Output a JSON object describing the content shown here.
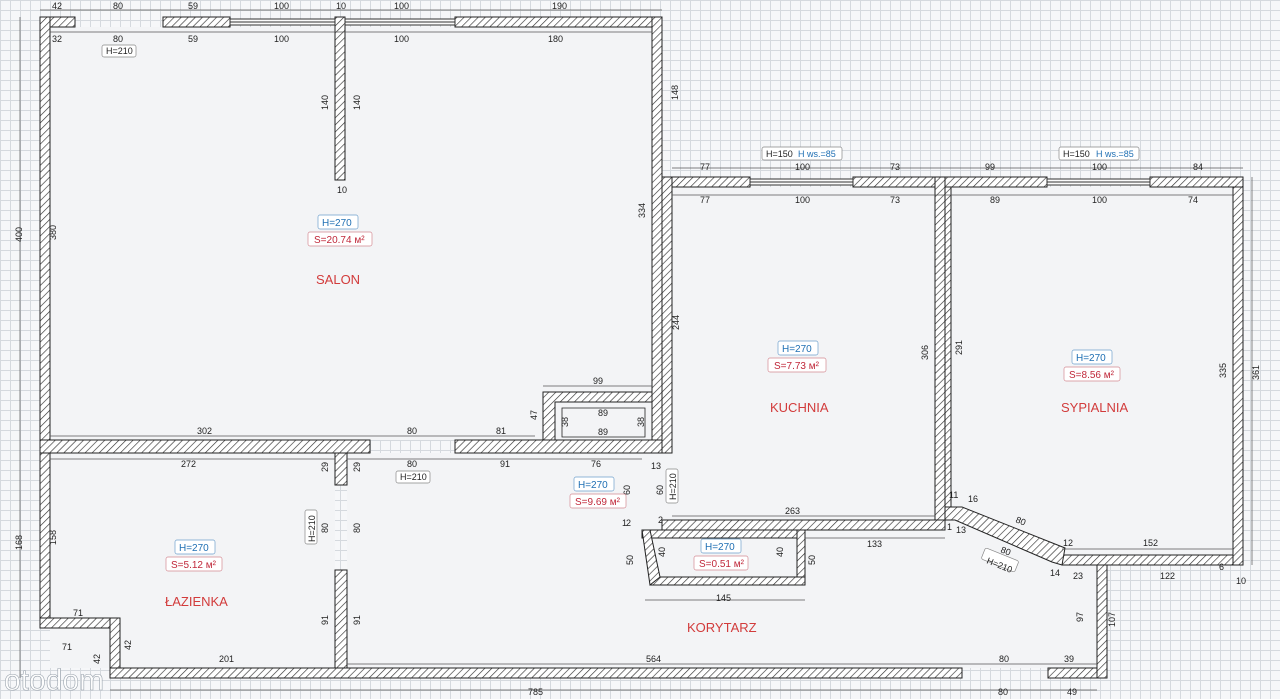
{
  "rooms": {
    "salon": {
      "name": "SALON",
      "h": "H=270",
      "s": "S=20.74 м²"
    },
    "kuchnia": {
      "name": "KUCHNIA",
      "h": "H=270",
      "s": "S=7.73 м²"
    },
    "sypialnia": {
      "name": "SYPIALNIA",
      "h": "H=270",
      "s": "S=8.56 м²"
    },
    "lazienka": {
      "name": "ŁAZIENKA",
      "h": "H=270",
      "s": "S=5.12 м²"
    },
    "korytarz": {
      "name": "KORYTARZ",
      "h": "H=270",
      "s": "S=9.69 м²"
    },
    "schowek": {
      "h": "H=270",
      "s": "S=0.51 м²"
    }
  },
  "door_heights": {
    "salon_top": "H=210",
    "hall_door": "H=210",
    "bath_door": "H=210",
    "kitchen_door": "H=210",
    "bedroom_door": "H=210"
  },
  "window_labels": {
    "kitchen": {
      "h": "H=150",
      "ws": "H ws.=85"
    },
    "bedroom": {
      "h": "H=150",
      "ws": "H ws.=85"
    }
  },
  "dimensions": {
    "top_outer": [
      "42",
      "80",
      "59",
      "100",
      "10",
      "100",
      "190"
    ],
    "top_inner": [
      "32",
      "80",
      "59",
      "100",
      "100",
      "180"
    ],
    "partition": [
      "140",
      "140",
      "10"
    ],
    "salon_right": [
      "148",
      "334"
    ],
    "left_outer": [
      "400",
      "168"
    ],
    "salon_left": "380",
    "kitchen_outer": [
      "77",
      "100",
      "73"
    ],
    "kitchen_inner": [
      "77",
      "100",
      "73"
    ],
    "bedroom_outer": [
      "99",
      "100",
      "84"
    ],
    "bedroom_inner": [
      "89",
      "100",
      "74"
    ],
    "kitchen_side": [
      "244",
      "306"
    ],
    "bedroom_side": [
      "291",
      "335",
      "361"
    ],
    "salon_bottom": [
      "302",
      "80",
      "81"
    ],
    "niche": [
      "99",
      "47",
      "89",
      "89",
      "38",
      "38"
    ],
    "hall_top": [
      "272",
      "29",
      "29",
      "80",
      "91",
      "76",
      "13"
    ],
    "hall_mid": [
      "60",
      "60",
      "263"
    ],
    "hall_corner": [
      "1",
      "2",
      "2"
    ],
    "bath_side": [
      "158",
      "80",
      "80",
      "91",
      "91"
    ],
    "bath_bottom": [
      "71",
      "71",
      "42",
      "42",
      "201"
    ],
    "closet": [
      "40",
      "40",
      "50",
      "50",
      "145"
    ],
    "hall_right": [
      "133"
    ],
    "diagonal": [
      "16",
      "11",
      "1",
      "13",
      "80",
      "80",
      "12",
      "14"
    ],
    "bedroom_bottom": [
      "152",
      "6",
      "10",
      "23",
      "122"
    ],
    "corridor_right": [
      "97",
      "107"
    ],
    "bottom_inner": [
      "564",
      "80",
      "39"
    ],
    "bottom_outer": [
      "785",
      "80",
      "49"
    ]
  },
  "watermark": "otodom"
}
